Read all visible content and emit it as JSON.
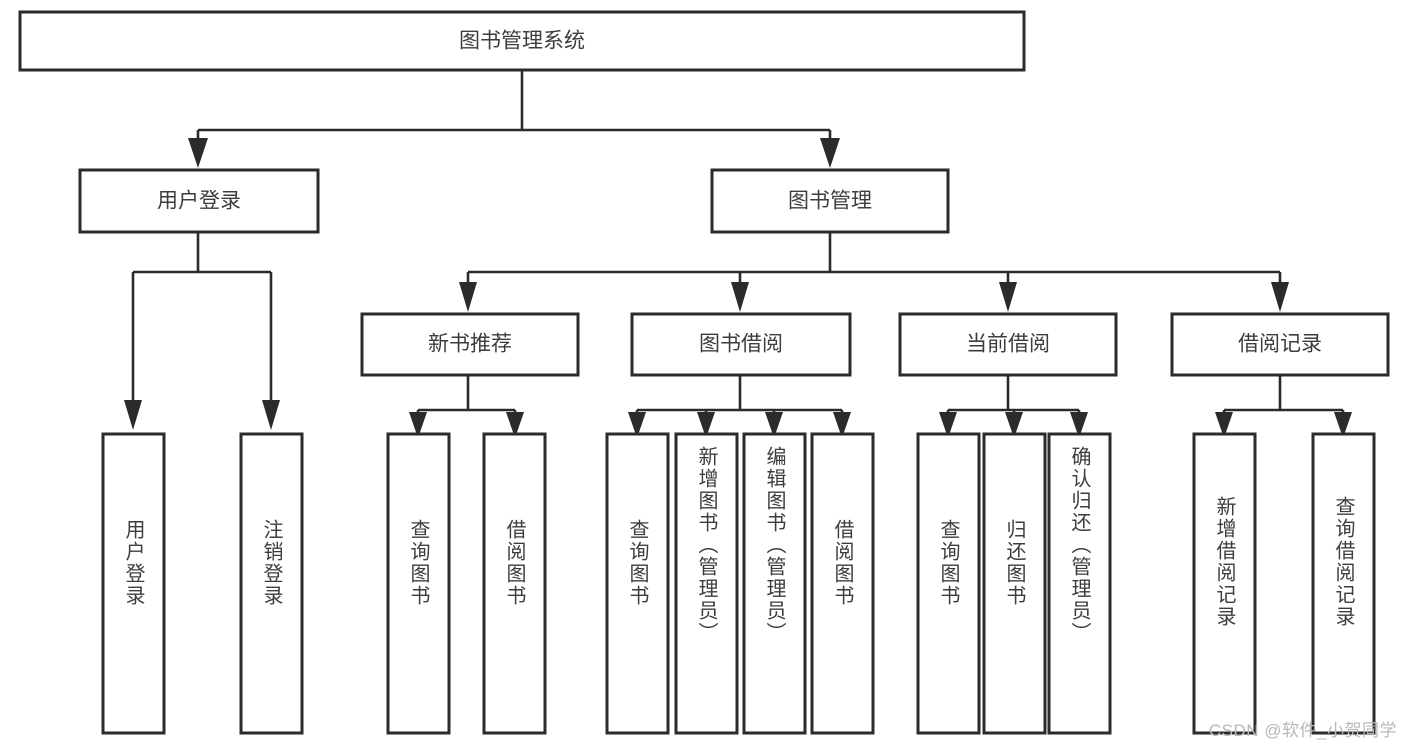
{
  "diagram": {
    "title": "图书管理系统",
    "type": "tree-hierarchy-diagram",
    "colors": {
      "box_stroke": "#2b2b2b",
      "box_fill": "#ffffff",
      "text": "#3d3d3d",
      "background": "#ffffff",
      "watermark": "#b8b8b8"
    },
    "root": {
      "label": "图书管理系统"
    },
    "level2": [
      {
        "label": "用户登录"
      },
      {
        "label": "图书管理"
      }
    ],
    "level3": [
      {
        "label": "新书推荐"
      },
      {
        "label": "图书借阅"
      },
      {
        "label": "当前借阅"
      },
      {
        "label": "借阅记录"
      }
    ],
    "leaves": {
      "user_login": [
        {
          "label": "用户登录"
        },
        {
          "label": "注销登录"
        }
      ],
      "new_book_recommend": [
        {
          "label": "查询图书"
        },
        {
          "label": "借阅图书"
        }
      ],
      "book_borrow": [
        {
          "label": "查询图书"
        },
        {
          "label": "新增图书（管理员）"
        },
        {
          "label": "编辑图书（管理员）"
        },
        {
          "label": "借阅图书"
        }
      ],
      "current_borrow": [
        {
          "label": "查询图书"
        },
        {
          "label": "归还图书"
        },
        {
          "label": "确认归还（管理员）"
        }
      ],
      "borrow_record": [
        {
          "label": "新增借阅记录"
        },
        {
          "label": "查询借阅记录"
        }
      ]
    }
  },
  "watermark": {
    "text": "CSDN @软件_小贺同学"
  }
}
